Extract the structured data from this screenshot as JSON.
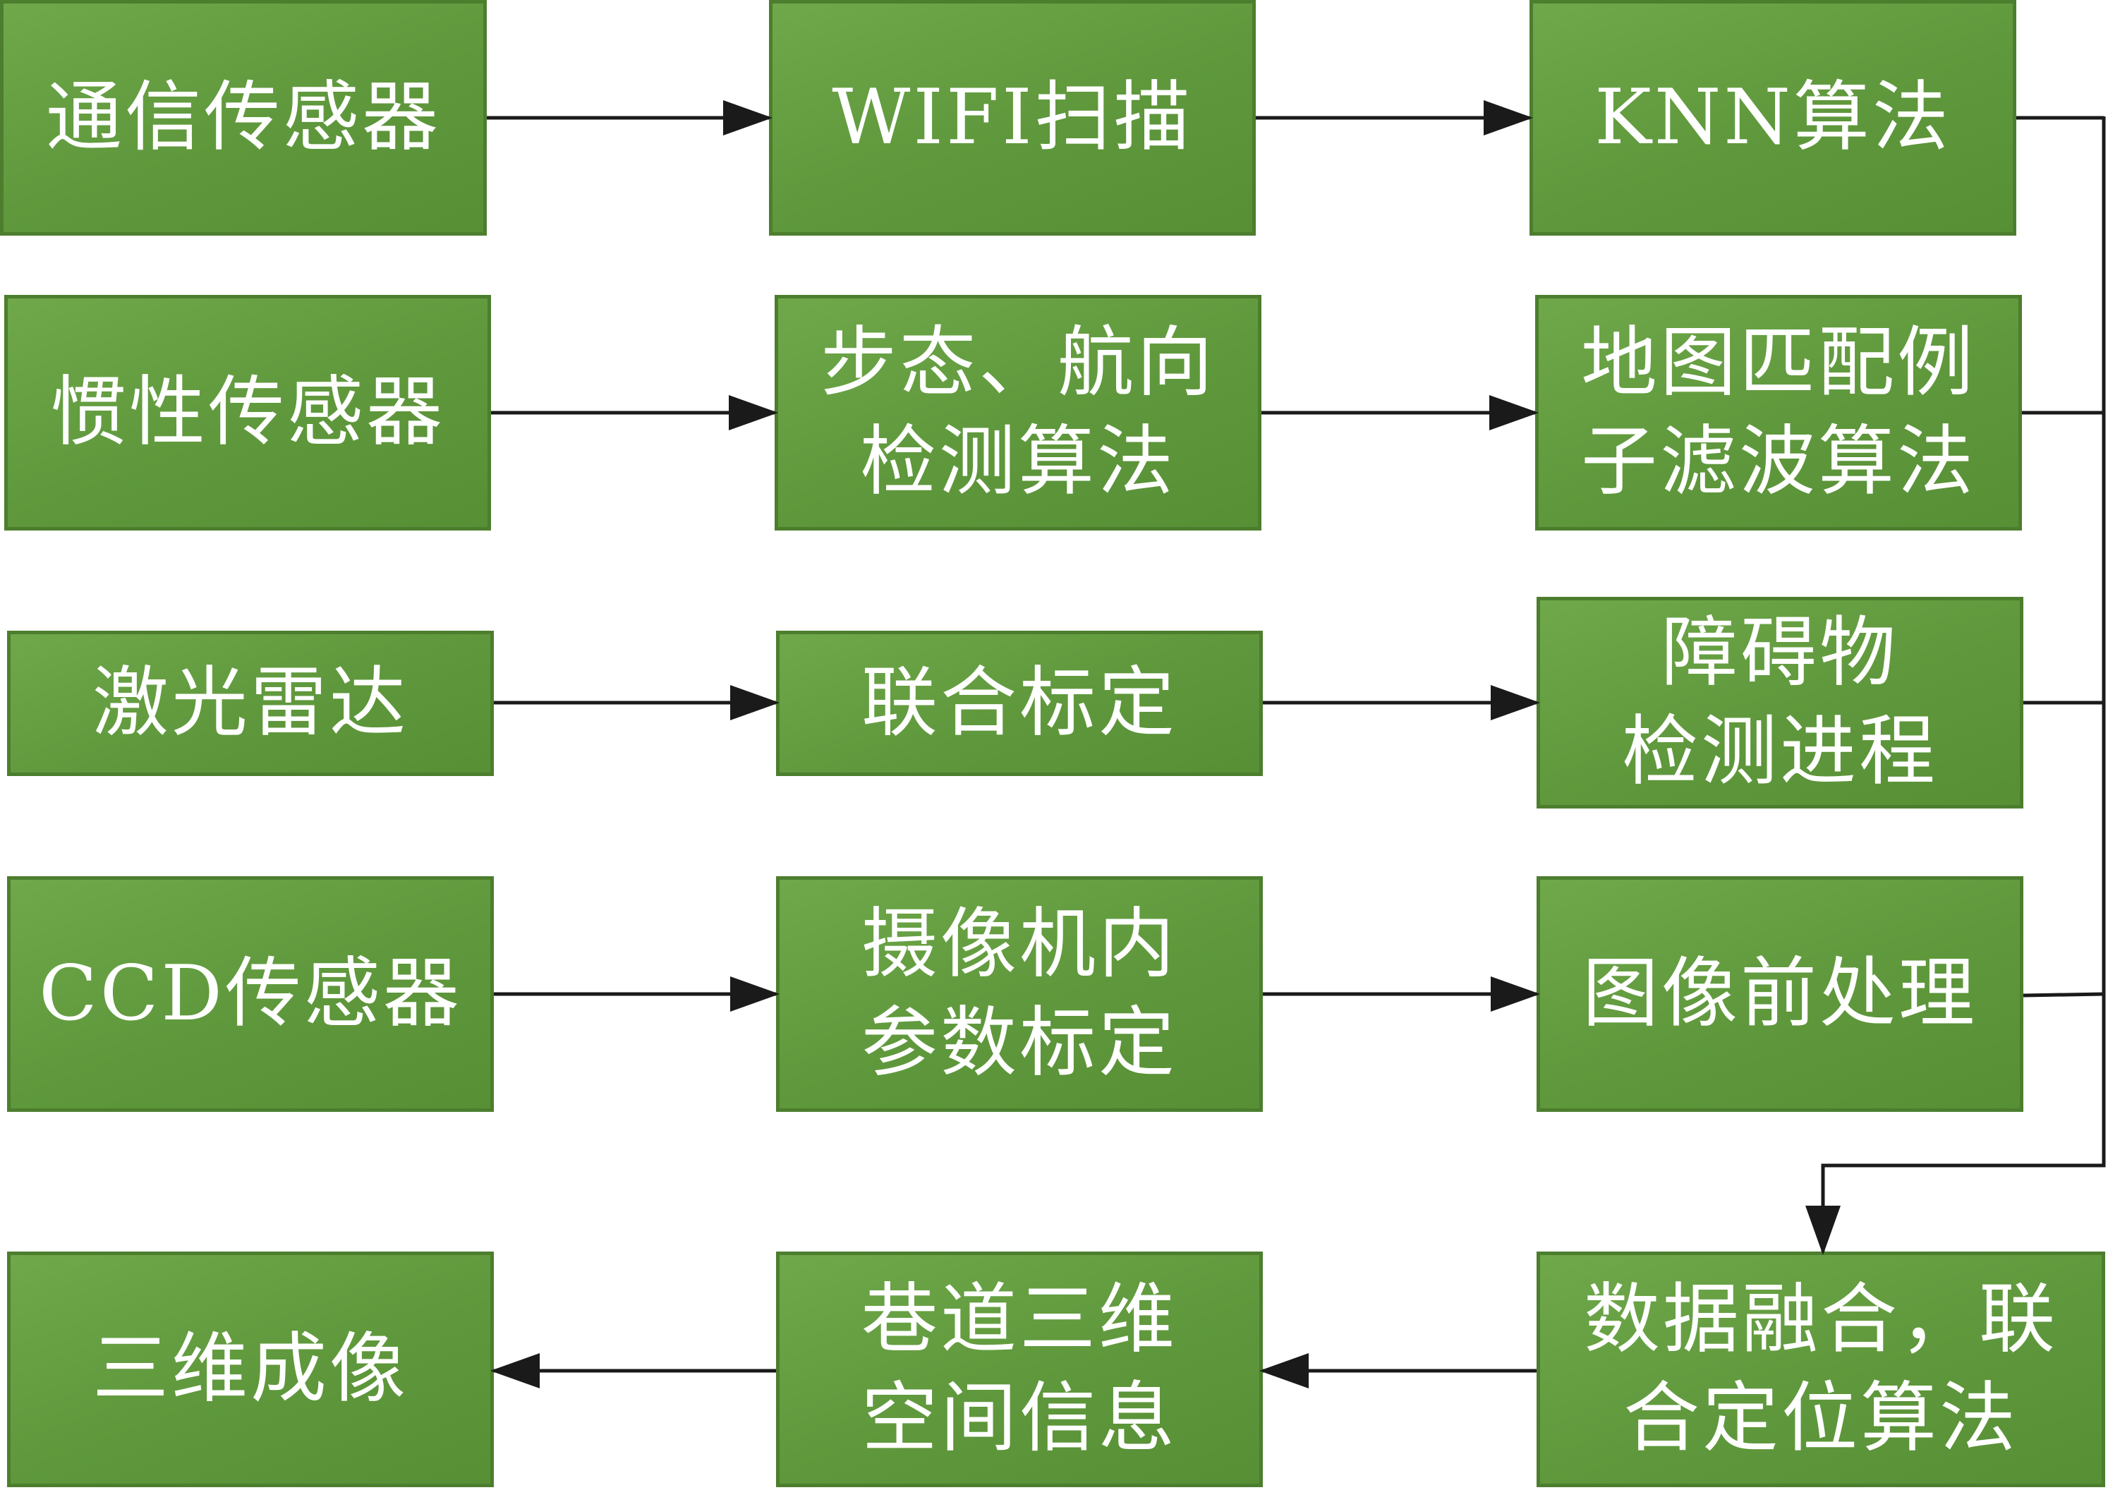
{
  "nodes": {
    "n1": {
      "lines": [
        "通信传感器"
      ]
    },
    "n2": {
      "lines": [
        "WIFI扫描"
      ]
    },
    "n3": {
      "lines": [
        "KNN算法"
      ]
    },
    "n4": {
      "lines": [
        "惯性传感器"
      ]
    },
    "n5": {
      "lines": [
        "步态、航向",
        "检测算法"
      ]
    },
    "n6": {
      "lines": [
        "地图匹配例",
        "子滤波算法"
      ]
    },
    "n7": {
      "lines": [
        "激光雷达"
      ]
    },
    "n8": {
      "lines": [
        "联合标定"
      ]
    },
    "n9": {
      "lines": [
        "障碍物",
        "检测进程"
      ]
    },
    "n10": {
      "lines": [
        "CCD传感器"
      ]
    },
    "n11": {
      "lines": [
        "摄像机内",
        "参数标定"
      ]
    },
    "n12": {
      "lines": [
        "图像前处理"
      ]
    },
    "n13": {
      "lines": [
        "数据融合，联",
        "合定位算法"
      ]
    },
    "n14": {
      "lines": [
        "巷道三维",
        "空间信息"
      ]
    },
    "n15": {
      "lines": [
        "三维成像"
      ]
    }
  },
  "colors": {
    "box_fill": "#629b3f",
    "box_border": "#4c7e2e",
    "text": "#ffffff",
    "connector": "#1a1a1a"
  }
}
